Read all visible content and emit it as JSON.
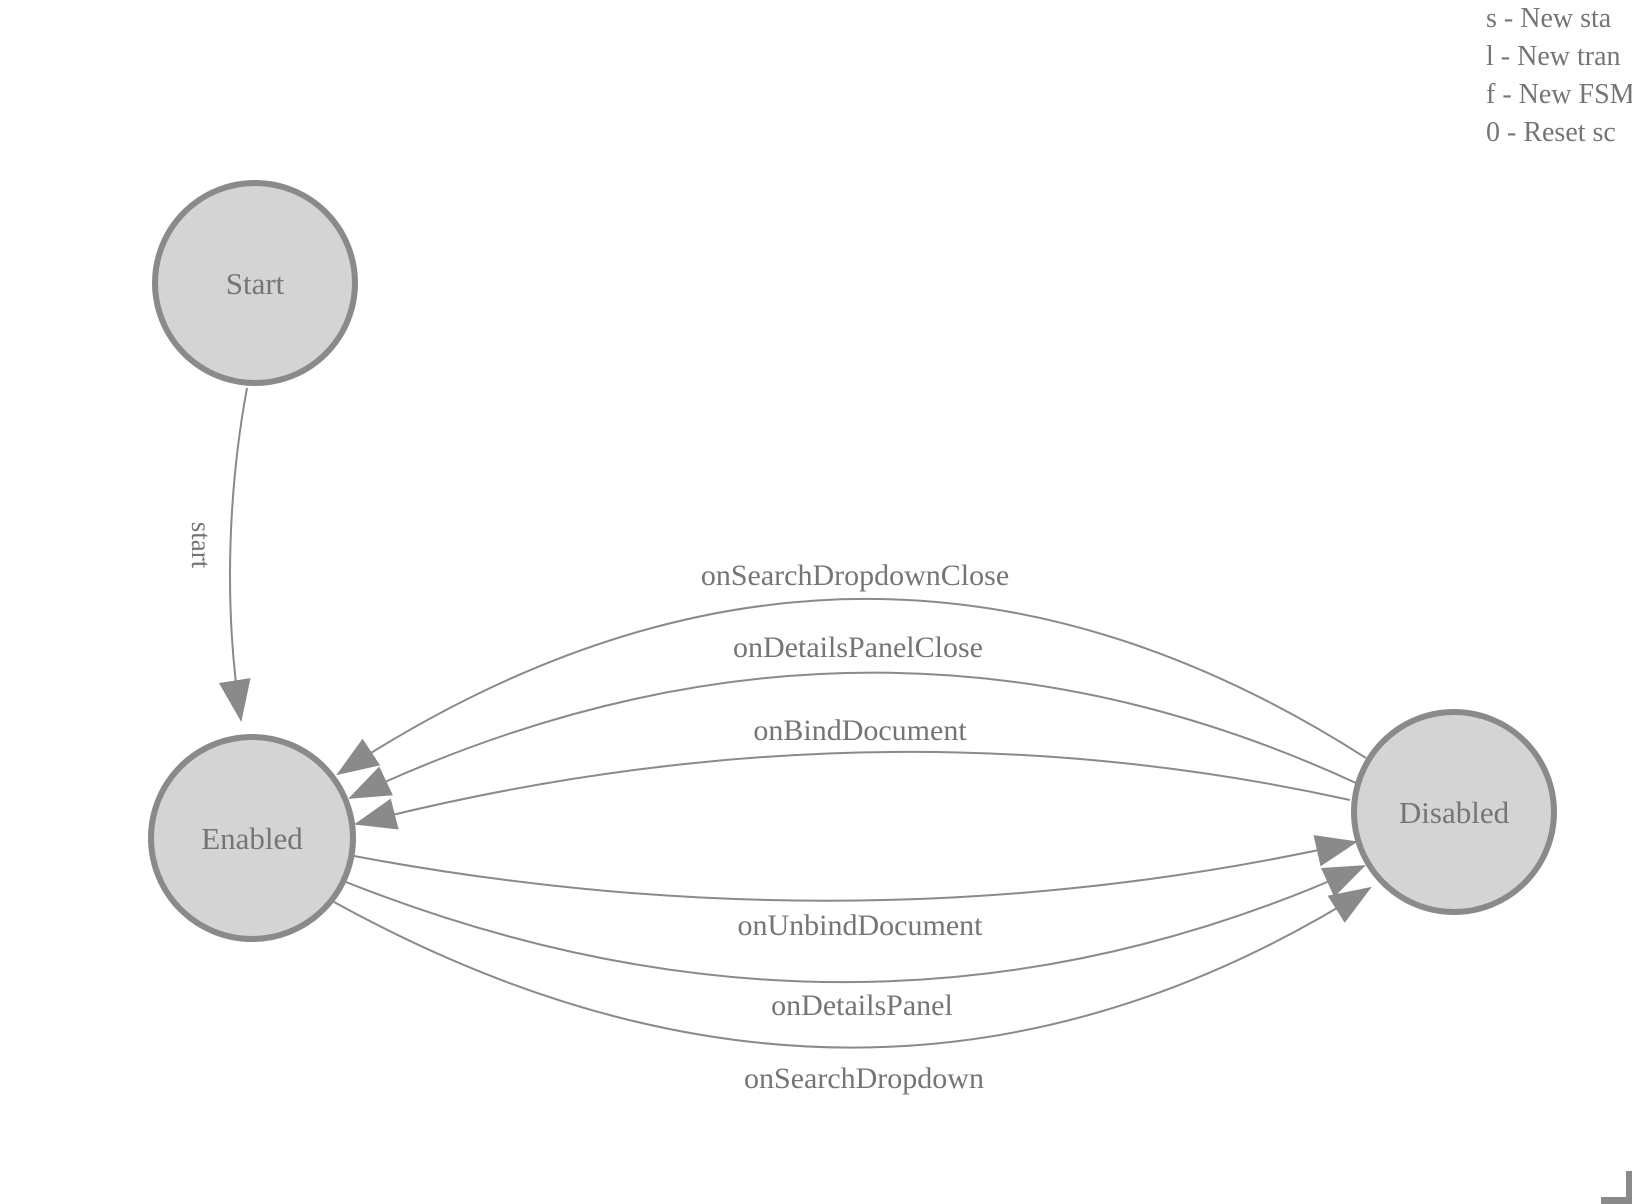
{
  "diagram": {
    "type": "state-machine",
    "legend": {
      "lines": [
        "s - New sta",
        "l - New tran",
        "f - New FSM",
        "0 - Reset sc"
      ]
    },
    "nodes": [
      {
        "id": "start",
        "label": "Start"
      },
      {
        "id": "enabled",
        "label": "Enabled"
      },
      {
        "id": "disabled",
        "label": "Disabled"
      }
    ],
    "edges": [
      {
        "label": "start",
        "from": "Start",
        "to": "Enabled"
      },
      {
        "label": "onSearchDropdownClose",
        "from": "Disabled",
        "to": "Enabled"
      },
      {
        "label": "onDetailsPanelClose",
        "from": "Disabled",
        "to": "Enabled"
      },
      {
        "label": "onBindDocument",
        "from": "Disabled",
        "to": "Enabled"
      },
      {
        "label": "onUnbindDocument",
        "from": "Enabled",
        "to": "Disabled"
      },
      {
        "label": "onDetailsPanel",
        "from": "Enabled",
        "to": "Disabled"
      },
      {
        "label": "onSearchDropdown",
        "from": "Enabled",
        "to": "Disabled"
      }
    ],
    "colors": {
      "node_fill": "#d4d4d4",
      "node_stroke": "#8a8a8a",
      "edge": "#8a8a8a",
      "text": "#757575"
    }
  }
}
